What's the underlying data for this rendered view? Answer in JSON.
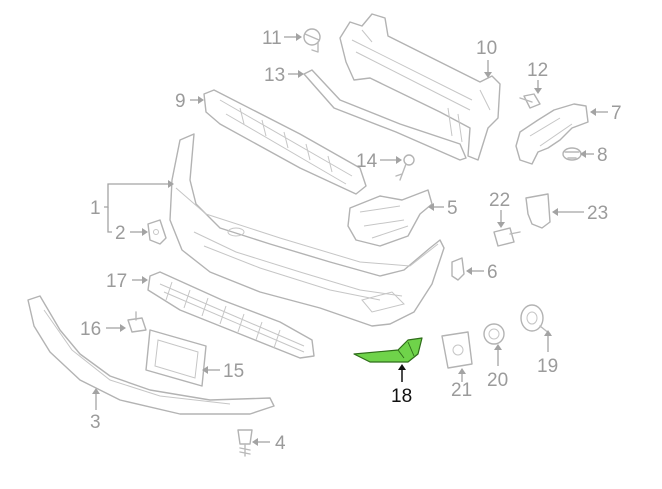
{
  "diagram": {
    "colors": {
      "line": "#b9b9b9",
      "label": "#9b9b9b",
      "highlight_fill": "#6fd34a",
      "highlight_label": "#111111"
    },
    "highlighted_part": "18",
    "callouts": {
      "c1": "1",
      "c2": "2",
      "c3": "3",
      "c4": "4",
      "c5": "5",
      "c6": "6",
      "c7": "7",
      "c8": "8",
      "c9": "9",
      "c10": "10",
      "c11": "11",
      "c12": "12",
      "c13": "13",
      "c14": "14",
      "c15": "15",
      "c16": "16",
      "c17": "17",
      "c18": "18",
      "c19": "19",
      "c20": "20",
      "c21": "21",
      "c22": "22",
      "c23": "23"
    }
  }
}
